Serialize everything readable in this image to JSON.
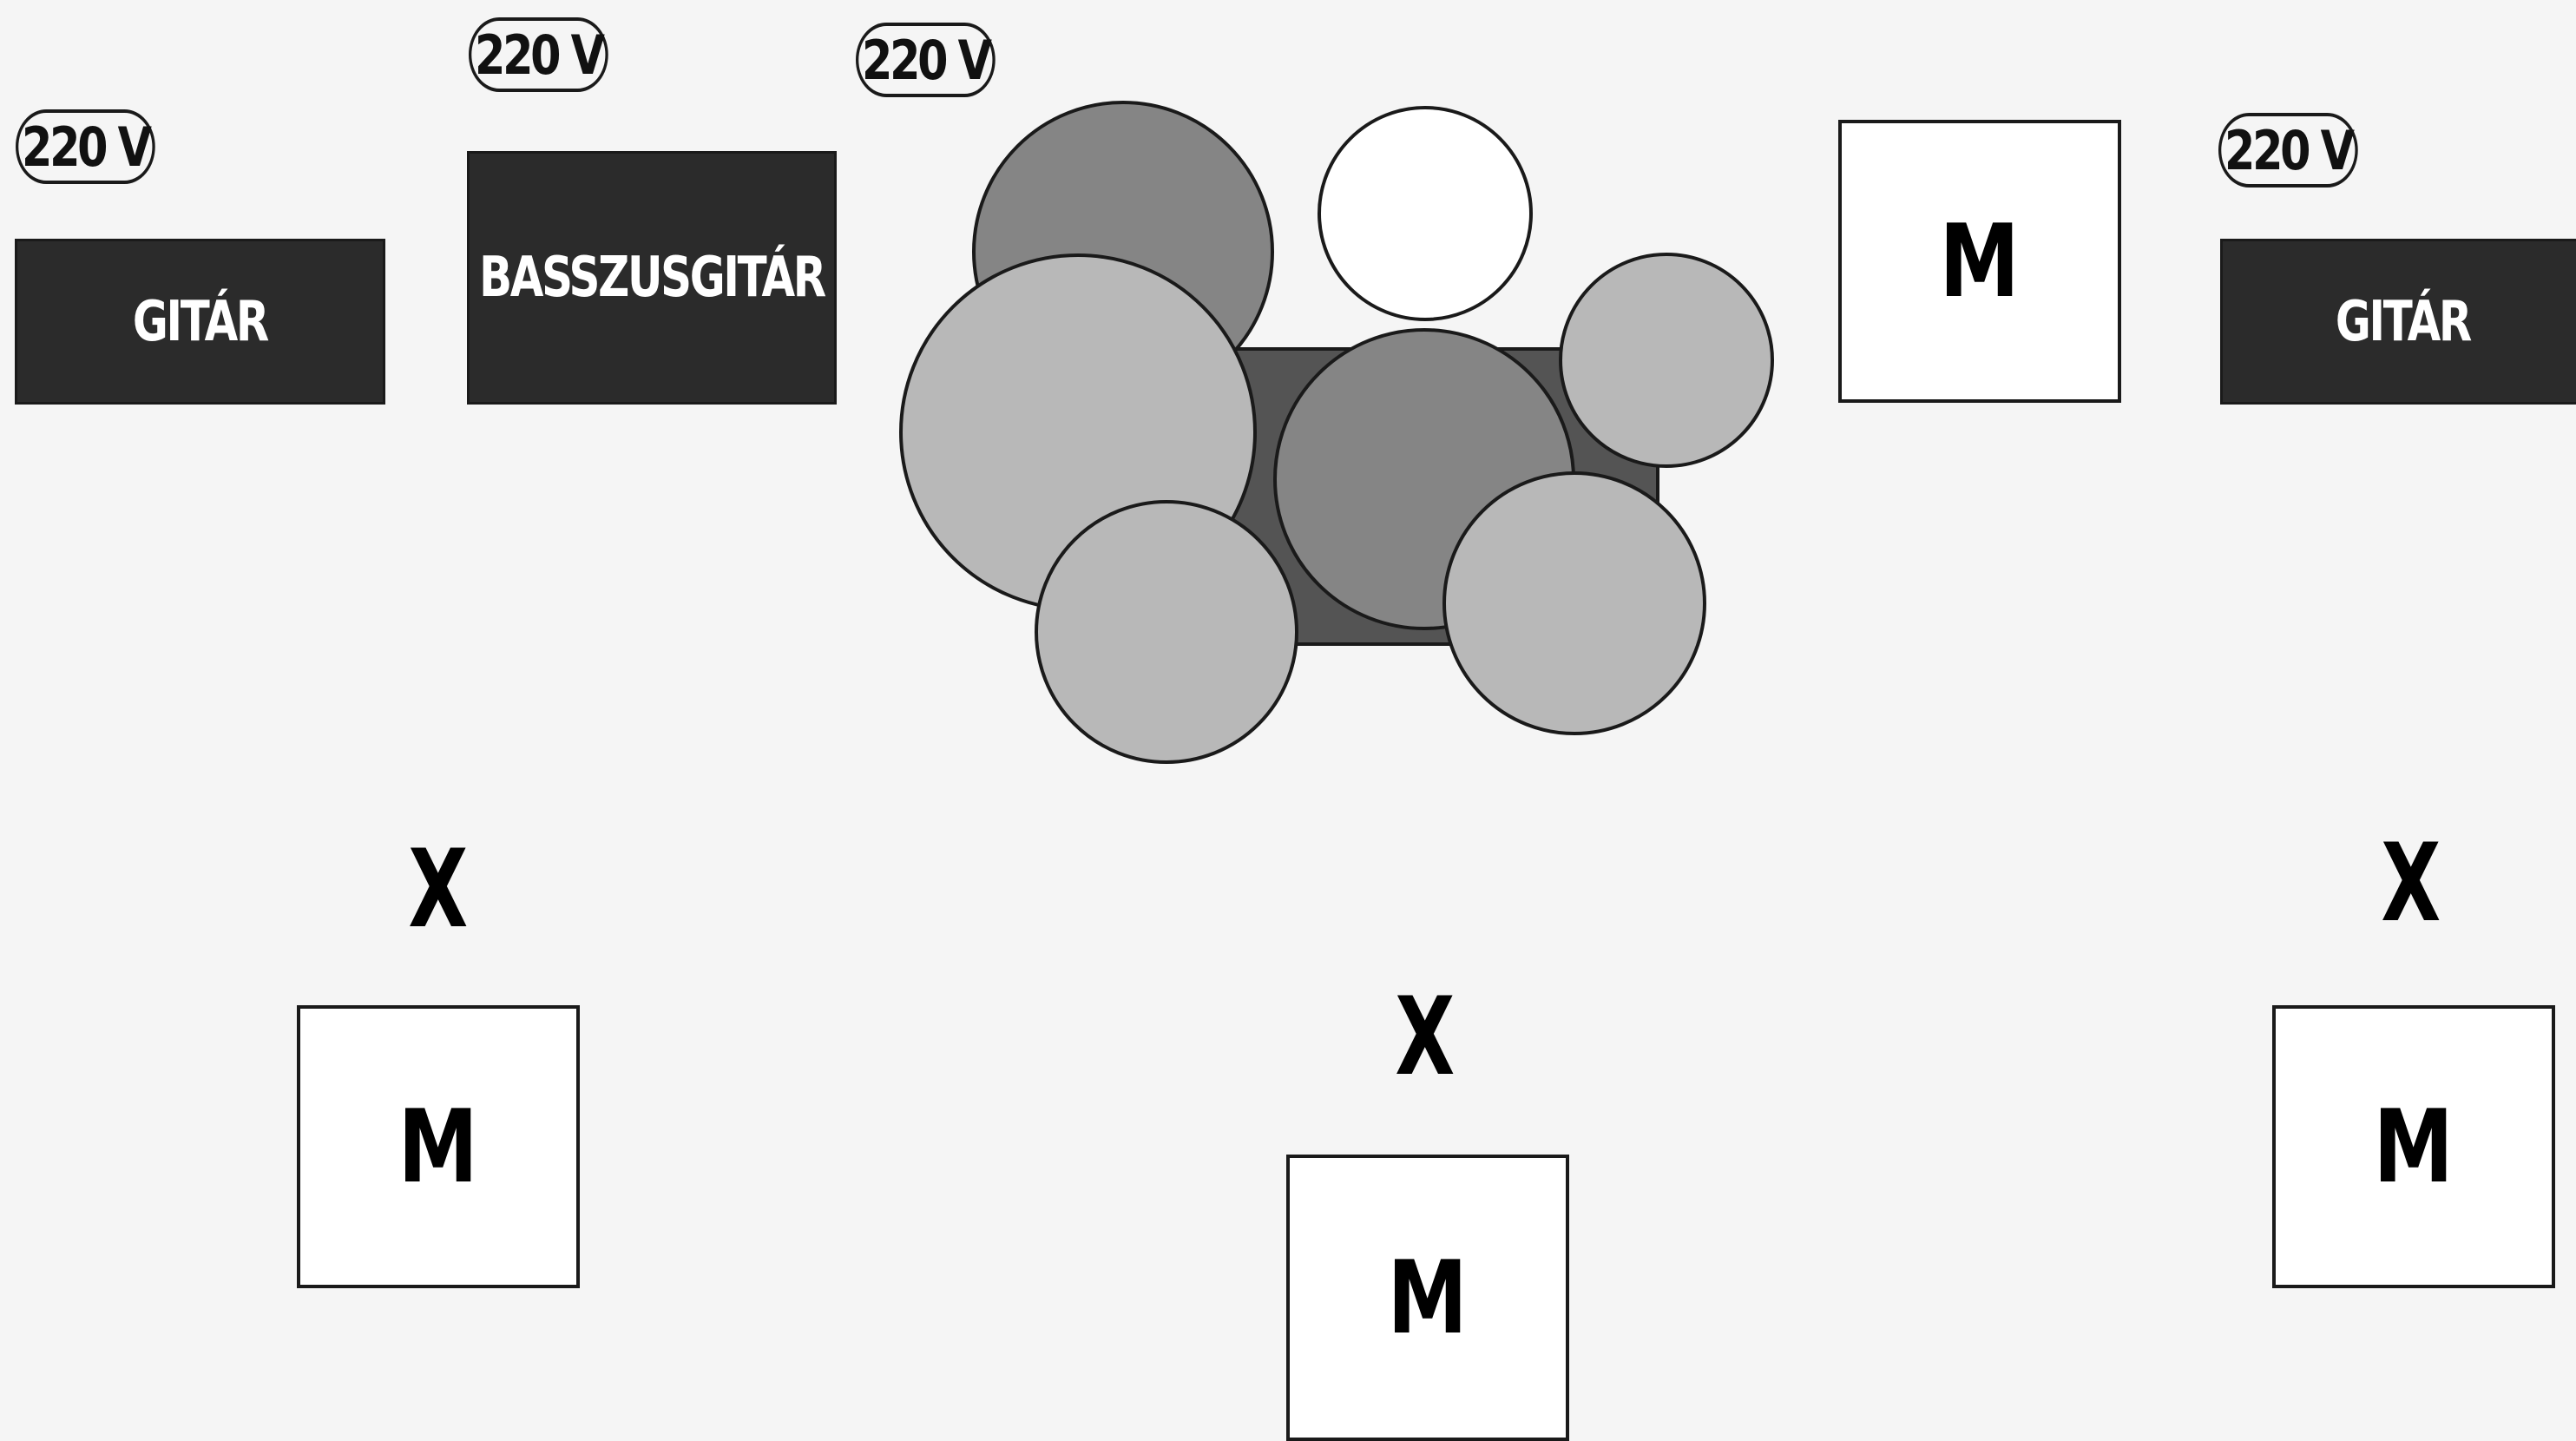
{
  "stage_plot": {
    "power_outlets": [
      {
        "label": "220 V"
      },
      {
        "label": "220 V"
      },
      {
        "label": "220 V"
      },
      {
        "label": "220 V"
      }
    ],
    "amps": {
      "guitar_left": {
        "label": "GITÁR"
      },
      "bass": {
        "label": "BASSZUSGITÁR"
      },
      "guitar_right": {
        "label": "GITÁR"
      }
    },
    "monitors": [
      {
        "label": "M"
      },
      {
        "label": "M"
      },
      {
        "label": "M"
      },
      {
        "label": "M"
      }
    ],
    "mics": [
      {
        "label": "X"
      },
      {
        "label": "X"
      },
      {
        "label": "X"
      }
    ],
    "drum_kit": {
      "colors": {
        "riser": "#545454",
        "dark_drum": "#858585",
        "light_drum": "#b8b8b8",
        "cymbal": "#ffffff",
        "outline": "#1a1a1a"
      }
    },
    "colors": {
      "background": "#f5f5f5",
      "amp_fill": "#2b2b2b",
      "amp_text": "#ffffff",
      "monitor_fill": "#ffffff"
    }
  }
}
